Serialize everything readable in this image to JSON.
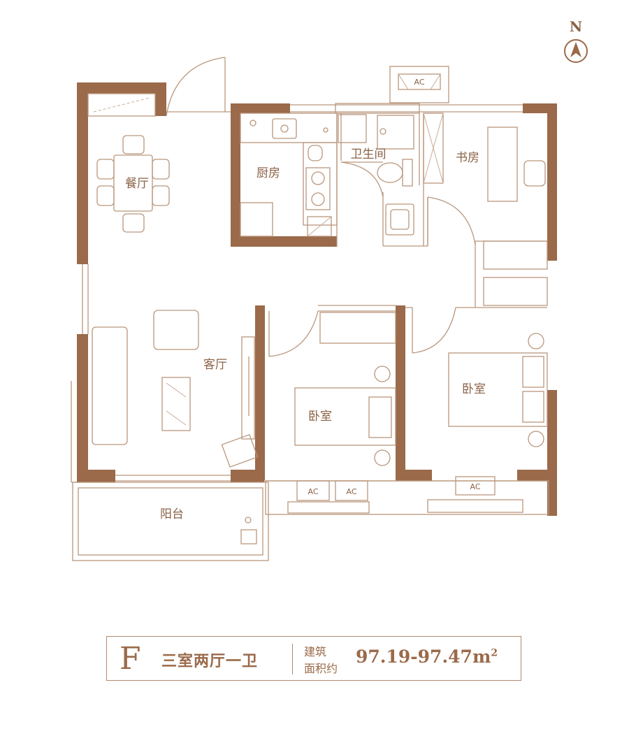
{
  "compass": {
    "label": "N"
  },
  "rooms": {
    "dining": "餐厅",
    "kitchen": "厨房",
    "bathroom": "卫生间",
    "study": "书房",
    "living": "客厅",
    "bedroom_left": "卧室",
    "bedroom_right": "卧室",
    "balcony": "阳台"
  },
  "ac_label": "AC",
  "legend": {
    "type_letter": "F",
    "layout": "三室两厅一卫",
    "area_label_line1": "建筑",
    "area_label_line2": "面积约",
    "area_value": "97.19-97.47m",
    "area_unit_sup": "2"
  },
  "colors": {
    "wall": "#9a6a4a",
    "line": "#b9967c",
    "text": "#8a6246"
  }
}
